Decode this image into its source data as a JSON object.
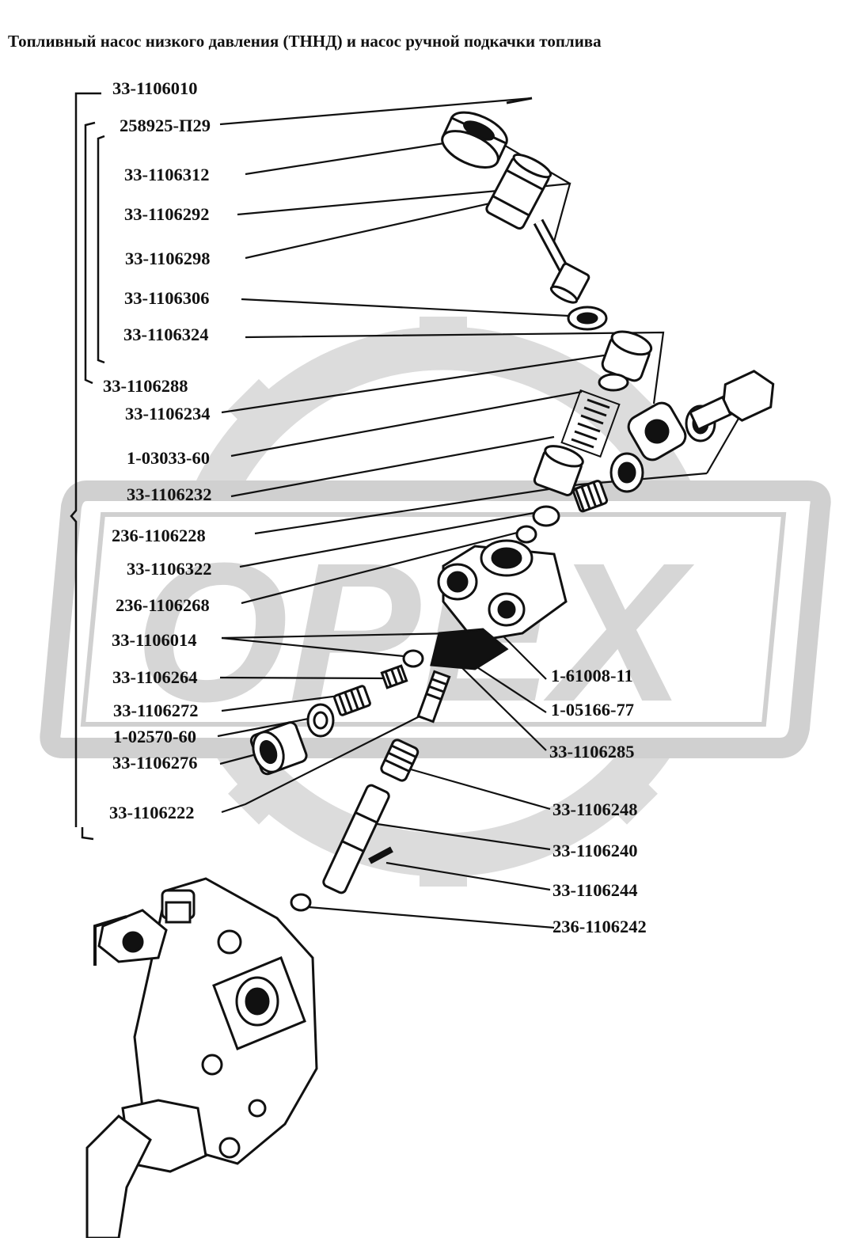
{
  "title": "Топливный насос низкого давления (ТННД) и насос ручной подкачки топлива",
  "watermark": {
    "text": "OPEX",
    "color": "#d6d6d6"
  },
  "colors": {
    "line": "#111111",
    "background": "#ffffff"
  },
  "labels": [
    "33-1106010",
    "258925-П29",
    "33-1106312",
    "33-1106292",
    "33-1106298",
    "33-1106306",
    "33-1106324",
    "33-1106288",
    "33-1106234",
    "1-03033-60",
    "33-1106232",
    "236-1106228",
    "33-1106322",
    "236-1106268",
    "33-1106014",
    "33-1106264",
    "33-1106272",
    "1-02570-60",
    "33-1106276",
    "33-1106222",
    "1-61008-11",
    "1-05166-77",
    "33-1106285",
    "33-1106248",
    "33-1106240",
    "33-1106244",
    "236-1106242"
  ]
}
